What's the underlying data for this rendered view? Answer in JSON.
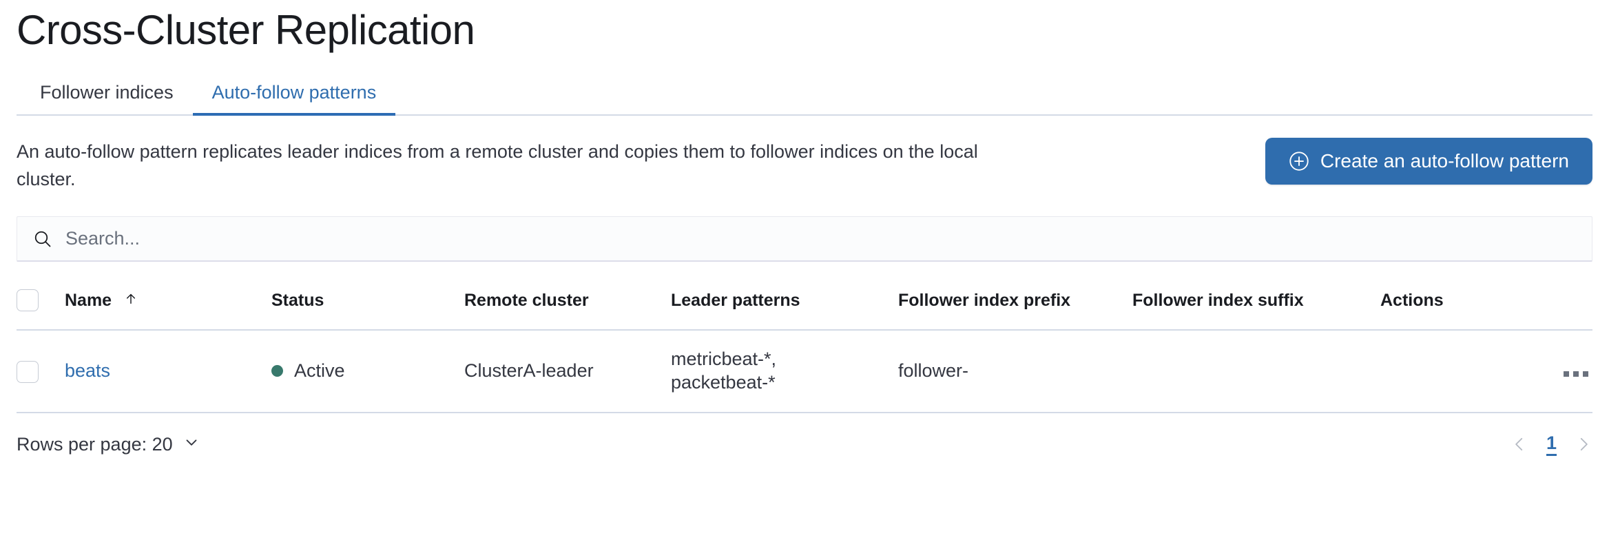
{
  "page": {
    "title": "Cross-Cluster Replication"
  },
  "tabs": [
    {
      "label": "Follower indices",
      "active": false
    },
    {
      "label": "Auto-follow patterns",
      "active": true
    }
  ],
  "intro": {
    "description": "An auto-follow pattern replicates leader indices from a remote cluster and copies them to follower indices on the local cluster.",
    "create_button_label": "Create an auto-follow pattern",
    "create_button_icon": "plus-in-circle-icon"
  },
  "search": {
    "placeholder": "Search...",
    "value": "",
    "icon": "search-icon"
  },
  "table": {
    "columns": [
      {
        "key": "name",
        "label": "Name",
        "sorted": "asc",
        "sort_icon": "arrow-up-icon"
      },
      {
        "key": "status",
        "label": "Status"
      },
      {
        "key": "remote_cluster",
        "label": "Remote cluster"
      },
      {
        "key": "leader_patterns",
        "label": "Leader patterns"
      },
      {
        "key": "follower_index_prefix",
        "label": "Follower index prefix"
      },
      {
        "key": "follower_index_suffix",
        "label": "Follower index suffix"
      },
      {
        "key": "actions",
        "label": "Actions"
      }
    ],
    "rows": [
      {
        "selected": false,
        "name": "beats",
        "status": "Active",
        "status_color": "#38796c",
        "remote_cluster": "ClusterA-leader",
        "leader_patterns": "metricbeat-*,\npacketbeat-*",
        "follower_index_prefix": "follower-",
        "follower_index_suffix": "",
        "actions_icon": "more-actions-icon"
      }
    ]
  },
  "footer": {
    "rows_per_page_label": "Rows per page: 20",
    "rows_per_page_icon": "chevron-down-icon",
    "prev_icon": "chevron-left-icon",
    "next_icon": "chevron-right-icon",
    "current_page": "1"
  },
  "colors": {
    "accent": "#2f6dae",
    "status_active": "#38796c",
    "border": "#d3dae6",
    "text": "#343741"
  }
}
